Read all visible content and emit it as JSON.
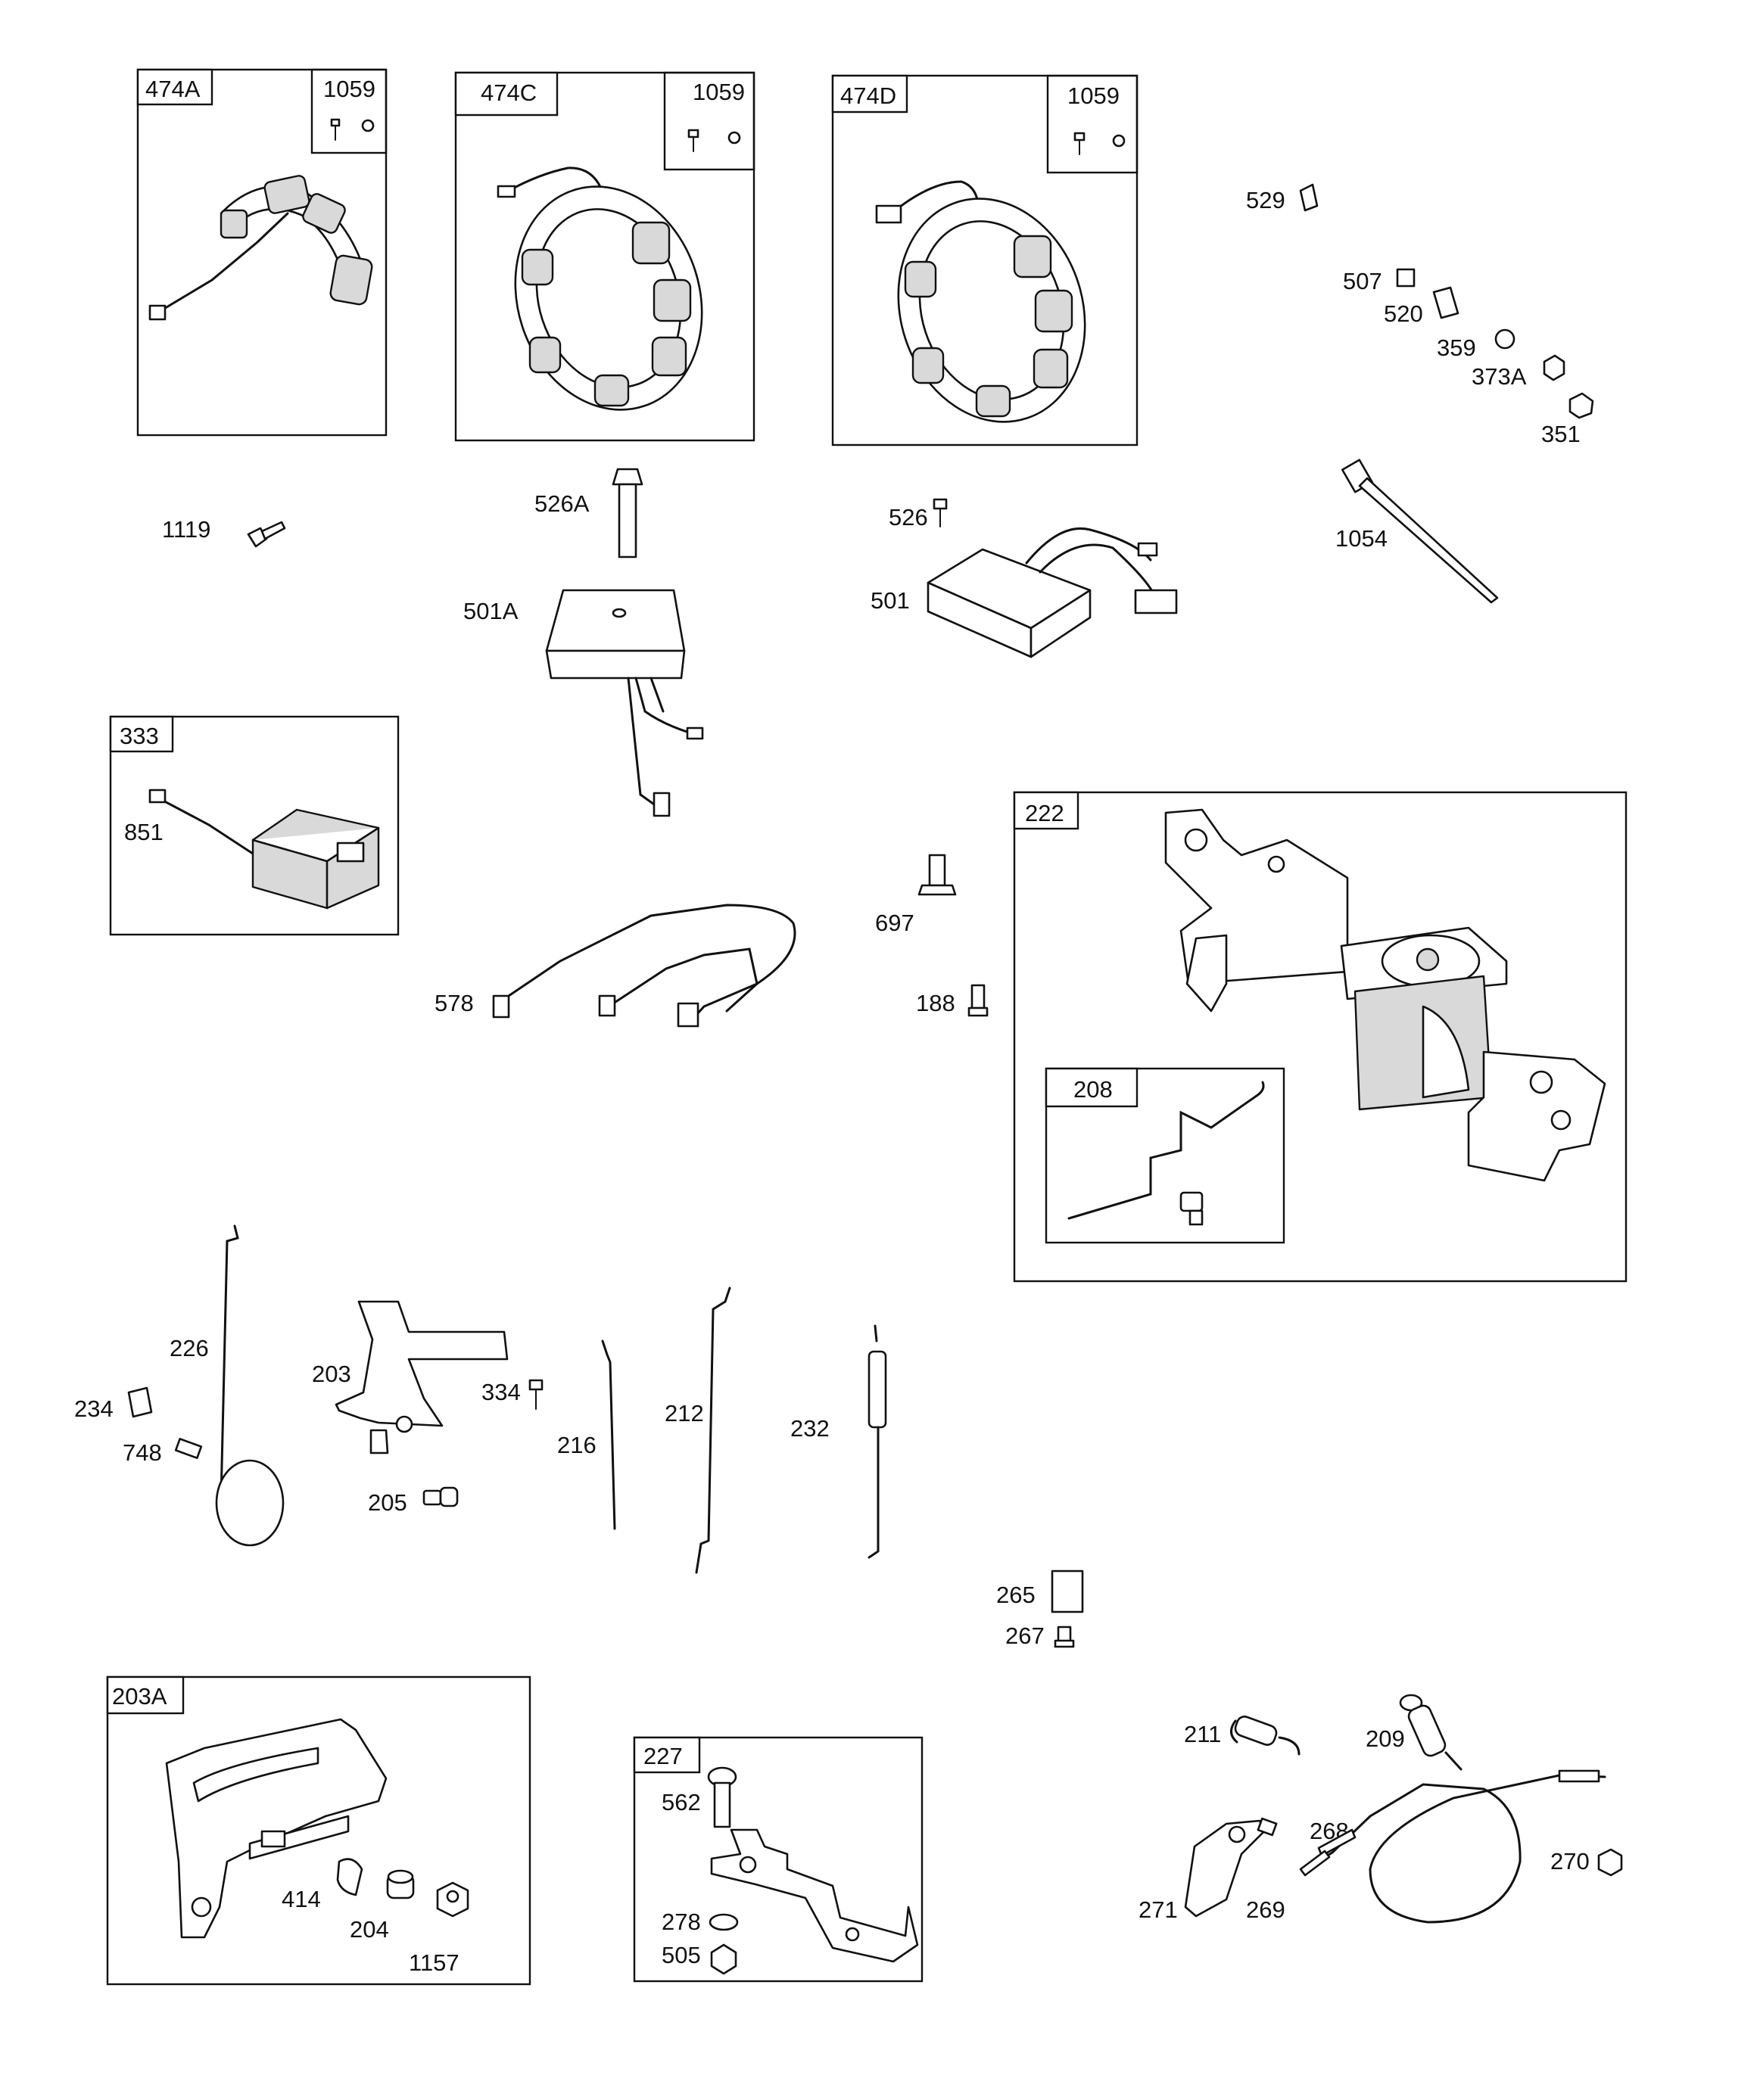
{
  "colors": {
    "line": "#111111",
    "background": "#ffffff",
    "shade": "#d9d9d9"
  },
  "kits": {
    "k474A": {
      "id": "474A",
      "hardware": "1059"
    },
    "k474C": {
      "id": "474C",
      "hardware": "1059"
    },
    "k474D": {
      "id": "474D",
      "hardware": "1059"
    },
    "k333": {
      "id": "333",
      "inner": "851"
    },
    "k222": {
      "id": "222",
      "sub": "208"
    },
    "k203A": {
      "id": "203A",
      "p414": "414",
      "p204": "204",
      "p1157": "1157"
    },
    "k227": {
      "id": "227",
      "p562": "562",
      "p278": "278",
      "p505": "505"
    }
  },
  "parts": {
    "p529": "529",
    "p507": "507",
    "p520": "520",
    "p359": "359",
    "p373A": "373A",
    "p351": "351",
    "p1054": "1054",
    "p1119": "1119",
    "p526A": "526A",
    "p501A": "501A",
    "p526": "526",
    "p501": "501",
    "p578": "578",
    "p697": "697",
    "p188": "188",
    "p226": "226",
    "p234": "234",
    "p748": "748",
    "p203": "203",
    "p334": "334",
    "p205": "205",
    "p216": "216",
    "p212": "212",
    "p232": "232",
    "p265": "265",
    "p267": "267",
    "p211": "211",
    "p209": "209",
    "p268": "268",
    "p270": "270",
    "p271": "271",
    "p269": "269"
  }
}
